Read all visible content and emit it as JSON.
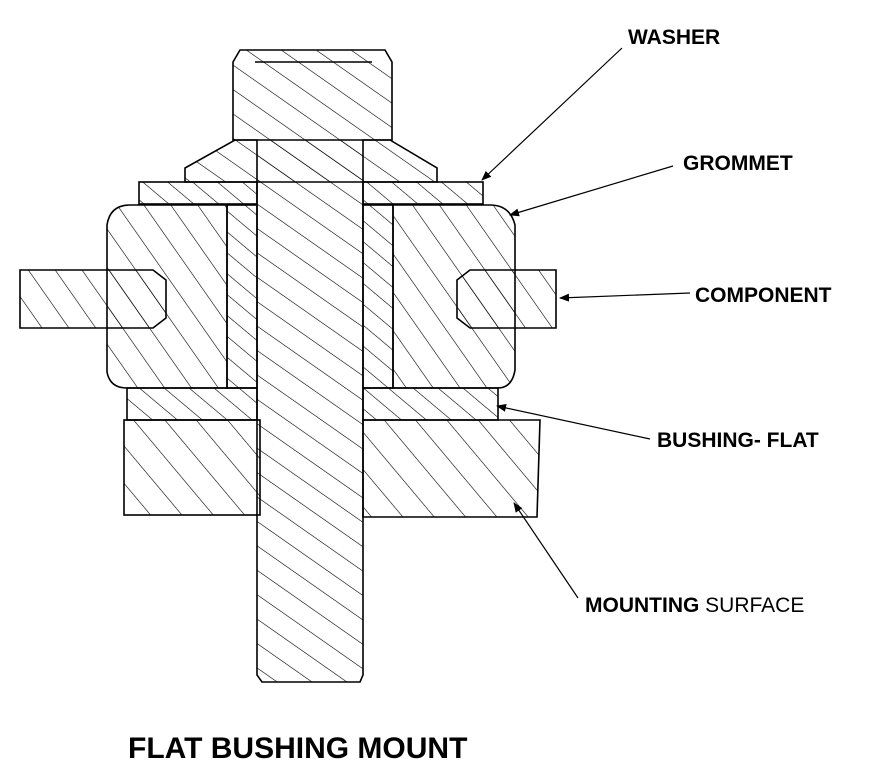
{
  "diagram": {
    "title": "FLAT BUSHING MOUNT",
    "labels": {
      "washer": "WASHER",
      "grommet": "GROMMET",
      "component": "COMPONENT",
      "bushing_flat": "BUSHING- FLAT",
      "mounting_bold": "MOUNTING",
      "mounting_light": " SURFACE"
    },
    "colors": {
      "ink": "#000000",
      "paper": "#ffffff"
    }
  }
}
